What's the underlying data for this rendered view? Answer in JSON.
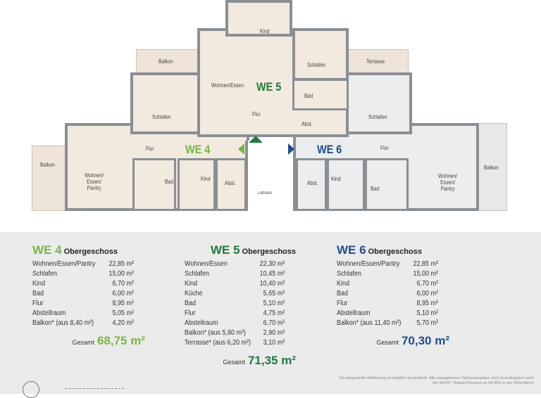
{
  "plan": {
    "units": [
      {
        "label": "WE 4",
        "color": "#7ab648"
      },
      {
        "label": "WE 5",
        "color": "#1e7a3e"
      },
      {
        "label": "WE 6",
        "color": "#1f4e8c"
      }
    ],
    "rooms": {
      "kind_top": "Kind",
      "wohnen_essen": "Wohnen/Essen",
      "schlafen_we5": "Schlafen",
      "bad_we5": "Bad",
      "flur_we5": "Flur",
      "abst_we5": "Abst.",
      "balkon_top": "Balkon",
      "terrasse": "Terrasse",
      "schlafen_we4": "Schlafen",
      "schlafen_we6": "Schlafen",
      "flur_we4": "Flur",
      "flur_we6": "Flur",
      "balkon_we4": "Balkon",
      "balkon_we6": "Balkon",
      "wep_we4": "Wohnen/\nEssen/\nPantry",
      "wep_we6": "Wohnen/\nEssen/\nPantry",
      "bad_we4": "Bad",
      "kind_we4": "Kind",
      "abst_we4": "Abst.",
      "abst_we6": "Abst.",
      "kind_we6": "Kind",
      "bad_we6": "Bad",
      "lift": "Luftraum"
    }
  },
  "tables": [
    {
      "unit": "WE 4",
      "floor": "Obergeschoss",
      "color": "#7ab648",
      "rows": [
        [
          "Wohnen/Essen/Pantry",
          "22,85 m²"
        ],
        [
          "Schlafen",
          "15,00 m²"
        ],
        [
          "Kind",
          "6,70 m²"
        ],
        [
          "Bad",
          "6,00 m²"
        ],
        [
          "Flur",
          "8,95 m²"
        ],
        [
          "Abstellraum",
          "5,05 m²"
        ],
        [
          "Balkon* (aus 8,40 m²)",
          "4,20 m²"
        ]
      ],
      "total_label": "Gesamt",
      "total": "68,75 m²"
    },
    {
      "unit": "WE 5",
      "floor": "Obergeschoss",
      "color": "#1e7a3e",
      "rows": [
        [
          "Wohnen/Essen",
          "22,30 m²"
        ],
        [
          "Schlafen",
          "10,45 m²"
        ],
        [
          "Kind",
          "10,40 m²"
        ],
        [
          "Küche",
          "5,65 m²"
        ],
        [
          "Bad",
          "5,10 m²"
        ],
        [
          "Flur",
          "4,75 m²"
        ],
        [
          "Abstellraum",
          "6,70 m²"
        ],
        [
          "Balkon* (aus 5,80 m²)",
          "2,90 m²"
        ],
        [
          "Terrasse* (aus 6,20 m²)",
          "3,10 m²"
        ]
      ],
      "total_label": "Gesamt",
      "total": "71,35 m²"
    },
    {
      "unit": "WE 6",
      "floor": "Obergeschoss",
      "color": "#1f4e8c",
      "rows": [
        [
          "Wohnen/Essen/Pantry",
          "22,85 m²"
        ],
        [
          "Schlafen",
          "15,00 m²"
        ],
        [
          "Kind",
          "6,70 m²"
        ],
        [
          "Bad",
          "6,00 m²"
        ],
        [
          "Flur",
          "8,95 m²"
        ],
        [
          "Abstellraum",
          "5,10 m²"
        ],
        [
          "Balkon* (aus 11,40 m²)",
          "5,70 m²"
        ]
      ],
      "total_label": "Gesamt",
      "total": "70,30 m²"
    }
  ],
  "footnote": "Die dargestellte Möblierung ist lediglich beispielhaft. Alle angegebenen Flächenangaben sind circa-Angaben nach der WoFlV. *Balkon/Terrasse ist mit 50% in der Wohnfläche"
}
